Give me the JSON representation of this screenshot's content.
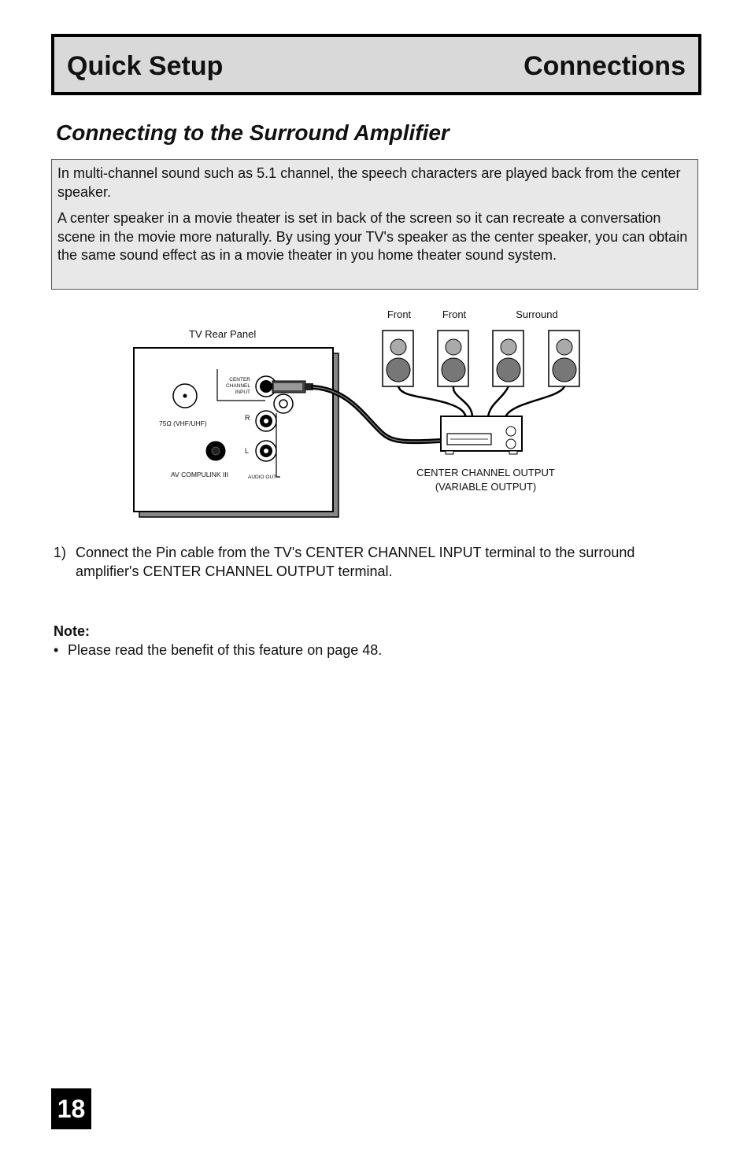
{
  "header": {
    "left_title": "Quick Setup",
    "right_title": "Connections"
  },
  "section_title": "Connecting to the Surround Amplifier",
  "intro": {
    "paragraph1": "In multi-channel sound such as 5.1 channel, the speech characters are played back from the center speaker.",
    "paragraph2": "A center speaker in a movie theater is set in back of the screen so it can recreate a conversation scene in the movie more naturally. By using your TV's speaker as the center speaker, you can obtain the same sound effect as in a movie theater in you home theater sound system."
  },
  "diagram": {
    "tv_panel_label": "TV Rear Panel",
    "center_input_line1": "CENTER",
    "center_input_line2": "CHANNEL",
    "center_input_line3": "INPUT",
    "antenna_label": "75Ω (VHF/UHF)",
    "compulink_label": "AV COMPULINK III",
    "audio_out_label": "AUDIO OUT",
    "r_label": "R",
    "l_label": "L",
    "speaker_front_1": "Front",
    "speaker_front_2": "Front",
    "speaker_surround": "Surround",
    "amp_output_line1": "CENTER CHANNEL OUTPUT",
    "amp_output_line2": "(VARIABLE OUTPUT)"
  },
  "steps": [
    {
      "number": "1)",
      "text": "Connect the Pin cable from the TV's CENTER CHANNEL INPUT terminal to the surround amplifier's CENTER CHANNEL OUTPUT terminal."
    }
  ],
  "note": {
    "label": "Note:",
    "bullet": "•",
    "text": "Please read the benefit of this feature on page 48."
  },
  "page_number": "18"
}
